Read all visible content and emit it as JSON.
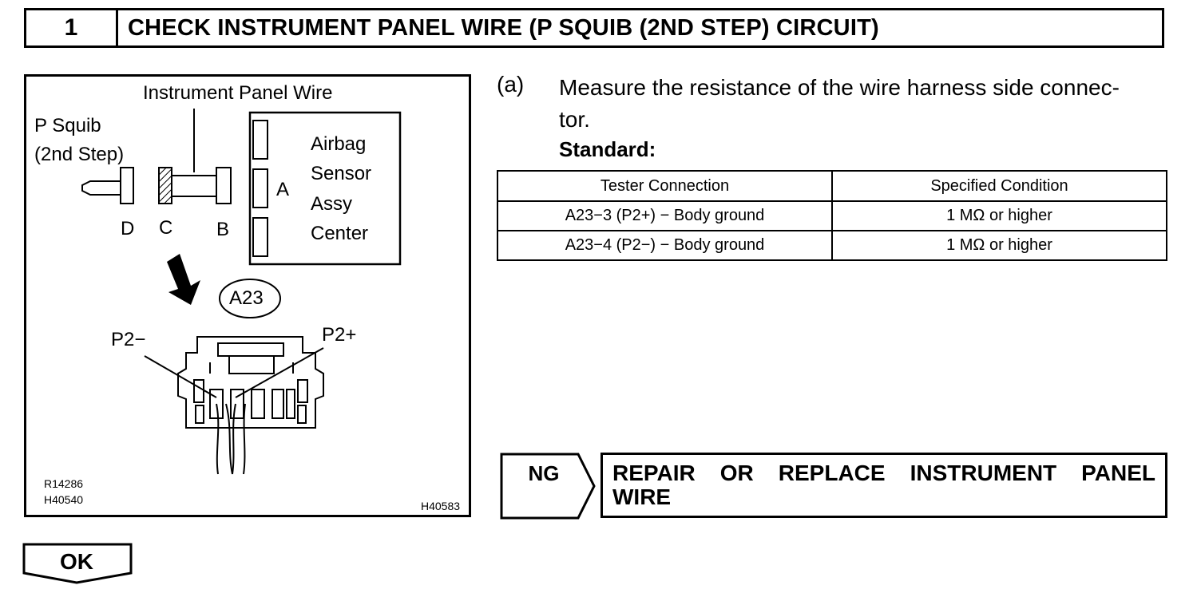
{
  "header": {
    "step_number": "1",
    "title": "CHECK INSTRUMENT PANEL WIRE (P SQUIB (2ND STEP) CIRCUIT)"
  },
  "figure": {
    "label_instrument_panel_wire": "Instrument Panel Wire",
    "label_p_squib_line1": "P Squib",
    "label_p_squib_line2": "(2nd Step)",
    "label_airbag_1": "Airbag",
    "label_airbag_2": "Sensor",
    "label_airbag_3": "Assy",
    "label_airbag_4": "Center",
    "connector_d": "D",
    "connector_c": "C",
    "connector_b": "B",
    "connector_a": "A",
    "connector_code": "A23",
    "terminal_p2_minus": "P2−",
    "terminal_p2_plus": "P2+",
    "ref_code_1": "R14286",
    "ref_code_2": "H40540",
    "ref_code_3": "H40583"
  },
  "step": {
    "tag": "(a)",
    "instruction": "Measure the resistance of the wire harness side connec-tor.",
    "instruction_line1": "Measure the resistance of the wire harness side connec-",
    "instruction_line2": "tor.",
    "standard_label": "Standard:"
  },
  "spec_table": {
    "headers": [
      "Tester Connection",
      "Specified Condition"
    ],
    "rows": [
      [
        "A23−3 (P2+) − Body ground",
        "1 MΩ or higher"
      ],
      [
        "A23−4 (P2−) − Body ground",
        "1 MΩ or higher"
      ]
    ]
  },
  "ng": {
    "label": "NG",
    "result_line1": "REPAIR OR REPLACE INSTRUMENT PANEL",
    "result_line2": "WIRE"
  },
  "ok": {
    "label": "OK"
  }
}
